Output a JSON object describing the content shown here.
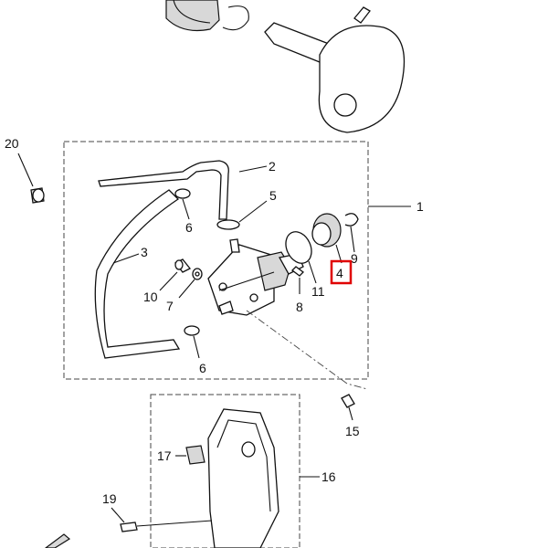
{
  "diagram": {
    "highlight_color": "#e00000",
    "callouts": {
      "p1": "1",
      "p2": "2",
      "p3": "3",
      "p4": "4",
      "p5": "5",
      "p6a": "6",
      "p6b": "6",
      "p7": "7",
      "p8": "8",
      "p9": "9",
      "p10": "10",
      "p11": "11",
      "p15": "15",
      "p16": "16",
      "p17": "17",
      "p19": "19",
      "p20": "20"
    },
    "highlighted_part": "4"
  }
}
